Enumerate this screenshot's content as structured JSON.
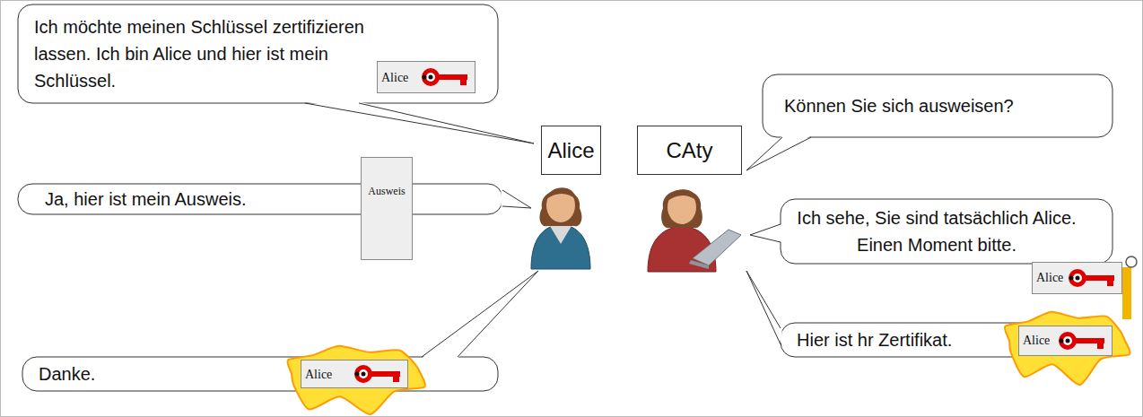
{
  "diagram": {
    "nodes": [
      {
        "text": [
          "Ich möchte meinen Schlüssel zertifizieren lassen. Ich bin Alice und hier ist mein Schlüssel."
        ]
      },
      {
        "text": [
          "Alice"
        ],
        "in": 0
      },
      {
        "text": [
          "Alice"
        ]
      },
      {
        "text": [
          "CAty"
        ]
      },
      {
        "text": [
          "Können Sie sich ausweisen?"
        ]
      },
      {
        "text": [
          "Ja, hier ist mein Ausweis."
        ]
      },
      {
        "text": [
          "Ausweis"
        ]
      },
      {
        "text": [
          "Ich sehe, Sie sind tatsächlich Alice. Einen Moment bitte."
        ]
      },
      {
        "text": [
          "Alice"
        ]
      },
      {
        "text": [
          "Hier ist hr Zertifikat."
        ]
      },
      {
        "text": [
          "Alice"
        ]
      },
      {
        "text": [
          "Danke."
        ]
      },
      {
        "text": [
          "Alice"
        ],
        "in": 11
      }
    ]
  }
}
